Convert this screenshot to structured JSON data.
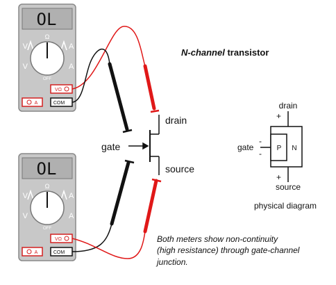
{
  "title": {
    "italic": "N-channel",
    "rest": " transistor"
  },
  "meters": [
    {
      "display": "OL",
      "dial": {
        "top": "Ω",
        "left": "V",
        "right": "A",
        "off": "OFF"
      },
      "jacks": {
        "a": "A",
        "vohm": "VΩ",
        "com": "COM"
      }
    },
    {
      "display": "OL",
      "dial": {
        "top": "Ω",
        "left": "V",
        "right": "A",
        "off": "OFF"
      },
      "jacks": {
        "a": "A",
        "vohm": "VΩ",
        "com": "COM"
      }
    }
  ],
  "terminals": {
    "drain": "drain",
    "gate": "gate",
    "source": "source"
  },
  "physical": {
    "drain": "drain",
    "gate": "gate",
    "source": "source",
    "p": "P",
    "n": "N",
    "plus": "+",
    "minus": "-",
    "caption": "physical diagram"
  },
  "note": [
    "Both meters show non-continuity",
    "(high resistance) through gate-channel",
    "junction."
  ],
  "colors": {
    "red_lead": "#e01818",
    "black_lead": "#111111",
    "meter_body": "#c8c8c8",
    "display_bg": "#b4b4b4",
    "jack_red": "#d42020"
  }
}
